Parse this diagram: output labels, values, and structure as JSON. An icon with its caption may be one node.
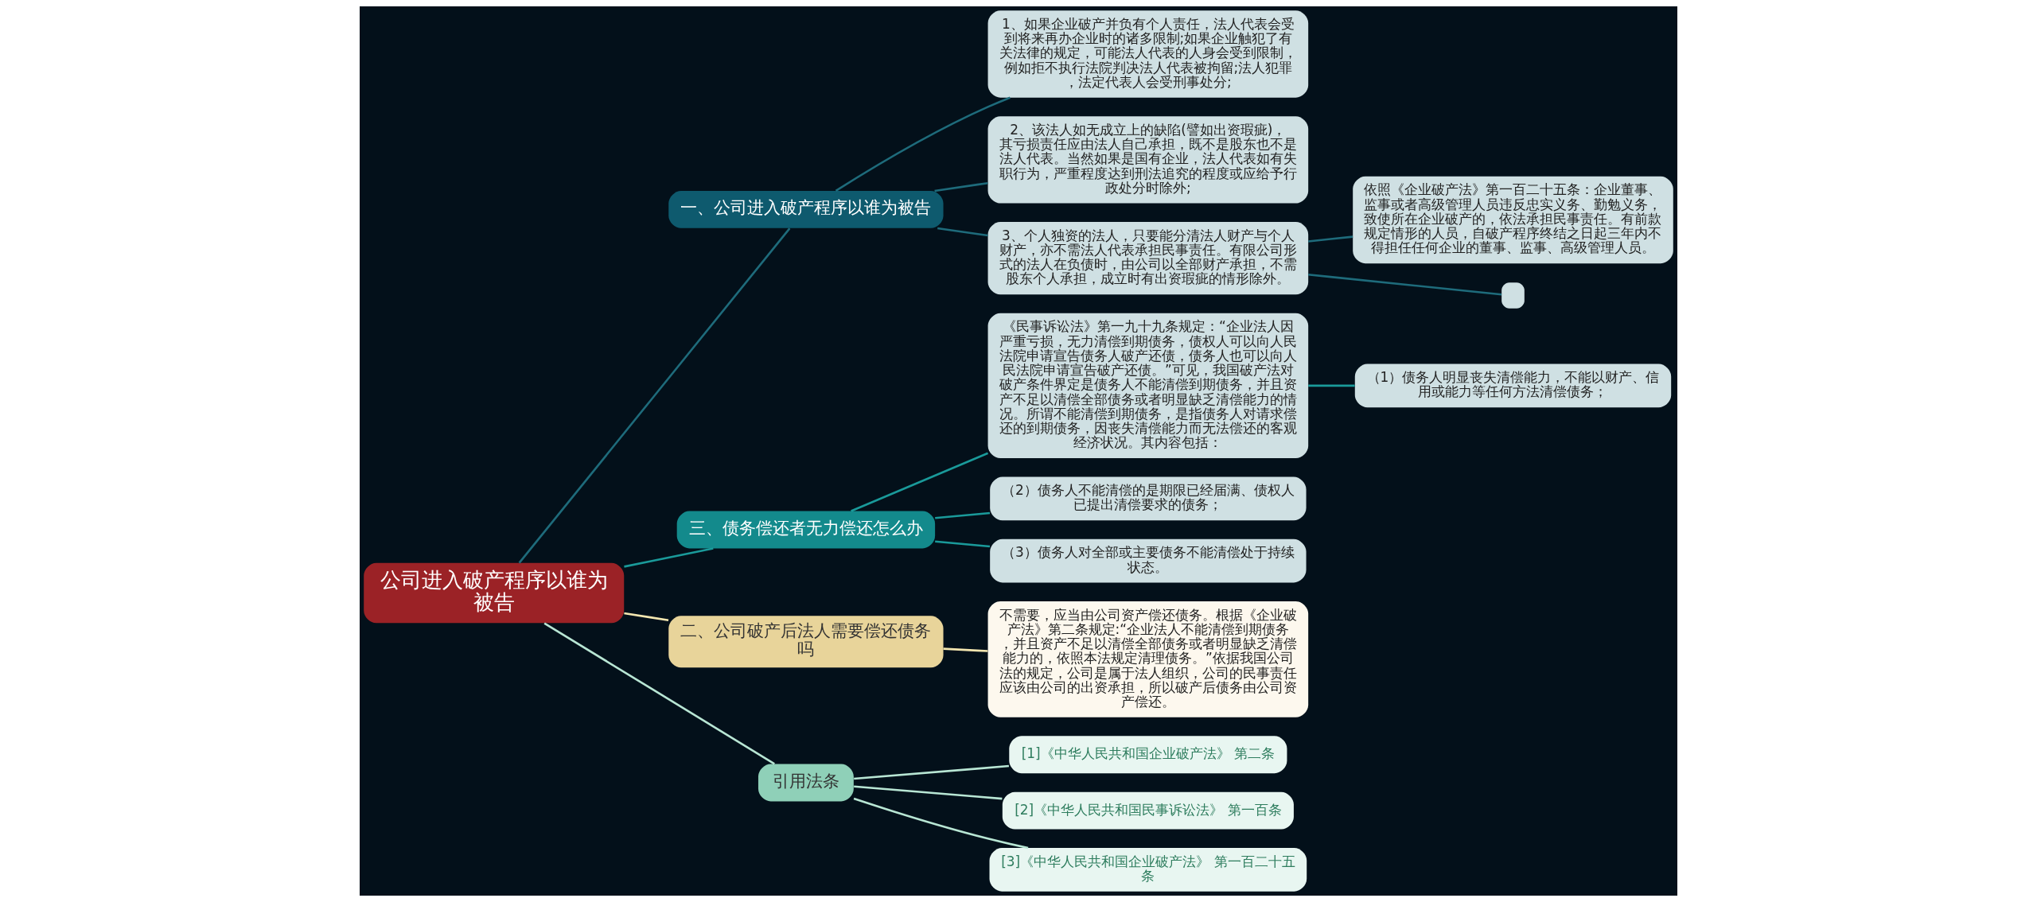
{
  "diagram": {
    "nodes": [
      {
        "text": [
          "公司进入破产程序以谁为被告"
        ]
      },
      {
        "text": [
          "一、公司进入破产程序以谁为被告"
        ]
      },
      {
        "text": [
          "1、如果企业破产并负有个人责任，法人代表会受到将来再办企业时的诸多限制;如果企业触犯了有关法律的规定，可能法人代表的人身会受到限制，例如拒不执行法院判决法人代表被拘留;法人犯罪，法定代表人会受刑事处分;"
        ]
      },
      {
        "text": [
          "2、该法人如无成立上的缺陷(譬如出资瑕疵)，其亏损责任应由法人自己承担，既不是股东也不是法人代表。当然如果是国有企业，法人代表如有失职行为，严重程度达到刑法追究的程度或应给予行政处分时除外;"
        ]
      },
      {
        "text": [
          "3、个人独资的法人，只要能分清法人财产与个人财产，亦不需法人代表承担民事责任。有限公司形式的法人在负债时，由公司以全部财产承担，不需股东个人承担，成立时有出资瑕疵的情形除外。"
        ]
      },
      {
        "text": [
          "依照《企业破产法》第一百二十五条：企业董事、监事或者高级管理人员违反忠实义务、勤勉义务，致使所在企业破产的，依法承担民事责任。有前款规定情形的人员，自破产程序终结之日起三年内不得担任任何企业的董事、监事、高级管理人员。"
        ]
      },
      {
        "text": [],
        "shape": "box"
      },
      {
        "text": [
          "三、债务偿还者无力偿还怎么办"
        ]
      },
      {
        "text": [
          "《民事诉讼法》第一九十九条规定：“企业法人因严重亏损，无力清偿到期债务，债权人可以向人民法院申请宣告债务人破产还债，债务人也可以向人民法院申请宣告破产还债。”可见，我国破产法对破产条件界定是债务人不能清偿到期债务，并且资产不足以清偿全部债务或者明显缺乏清偿能力的情况。所谓不能清偿到期债务，是指债务人对请求偿还的到期债务，因丧失清偿能力而无法偿还的客观经济状况。其内容包括："
        ]
      },
      {
        "text": [
          "（1）债务人明显丧失清偿能力，不能以财产、信用或能力等任何方法清偿债务；"
        ]
      },
      {
        "text": [
          "（2）债务人不能清偿的是期限已经届满、债权人已提出清偿要求的债务；"
        ]
      },
      {
        "text": [
          "（3）债务人对全部或主要债务不能清偿处于持续状态。"
        ]
      },
      {
        "text": [
          "二、公司破产后法人需要偿还债务吗"
        ]
      },
      {
        "text": [
          "不需要，应当由公司资产偿还债务。根据《企业破产法》第二条规定:“企业法人不能清偿到期债务，并且资产不足以清偿全部债务或者明显缺乏清偿能力的，依照本法规定清理债务。”依据我国公司法的规定，公司是属于法人组织，公司的民事责任应该由公司的出资承担，所以破产后债务由公司资产偿还。"
        ]
      },
      {
        "text": [
          "引用法条"
        ]
      },
      {
        "text": [
          "[1]《中华人民共和国企业破产法》 第二条"
        ]
      },
      {
        "text": [
          "[2]《中华人民共和国民事诉讼法》 第一百条"
        ]
      },
      {
        "text": [
          "[3]《中华人民共和国企业破产法》 第一百二十五条"
        ]
      }
    ],
    "edges": [
      {
        "from": 0,
        "to": 1,
        "arrow": "none"
      },
      {
        "from": 1,
        "to": 2,
        "arrow": "none"
      },
      {
        "from": 1,
        "to": 3,
        "arrow": "none"
      },
      {
        "from": 1,
        "to": 4,
        "arrow": "none"
      },
      {
        "from": 4,
        "to": 5,
        "arrow": "none"
      },
      {
        "from": 4,
        "to": 6,
        "arrow": "none"
      },
      {
        "from": 0,
        "to": 7,
        "arrow": "none",
        "color": "#1a9a9a"
      },
      {
        "from": 7,
        "to": 8,
        "arrow": "none",
        "color": "#1a9a9a"
      },
      {
        "from": 8,
        "to": 9,
        "arrow": "none",
        "color": "#1a9a9a"
      },
      {
        "from": 7,
        "to": 10,
        "arrow": "none",
        "color": "#1a9a9a"
      },
      {
        "from": 7,
        "to": 11,
        "arrow": "none",
        "color": "#1a9a9a"
      },
      {
        "from": 0,
        "to": 12,
        "arrow": "none",
        "color": "#f3e6b0"
      },
      {
        "from": 12,
        "to": 13,
        "arrow": "none",
        "color": "#f3e6b0"
      },
      {
        "from": 0,
        "to": 14,
        "arrow": "none",
        "color": "#b8e6d4"
      },
      {
        "from": 14,
        "to": 15,
        "arrow": "none",
        "color": "#b8e6d4"
      },
      {
        "from": 14,
        "to": 16,
        "arrow": "none",
        "color": "#b8e6d4"
      },
      {
        "from": 14,
        "to": 17,
        "arrow": "none",
        "color": "#b8e6d4"
      }
    ]
  }
}
